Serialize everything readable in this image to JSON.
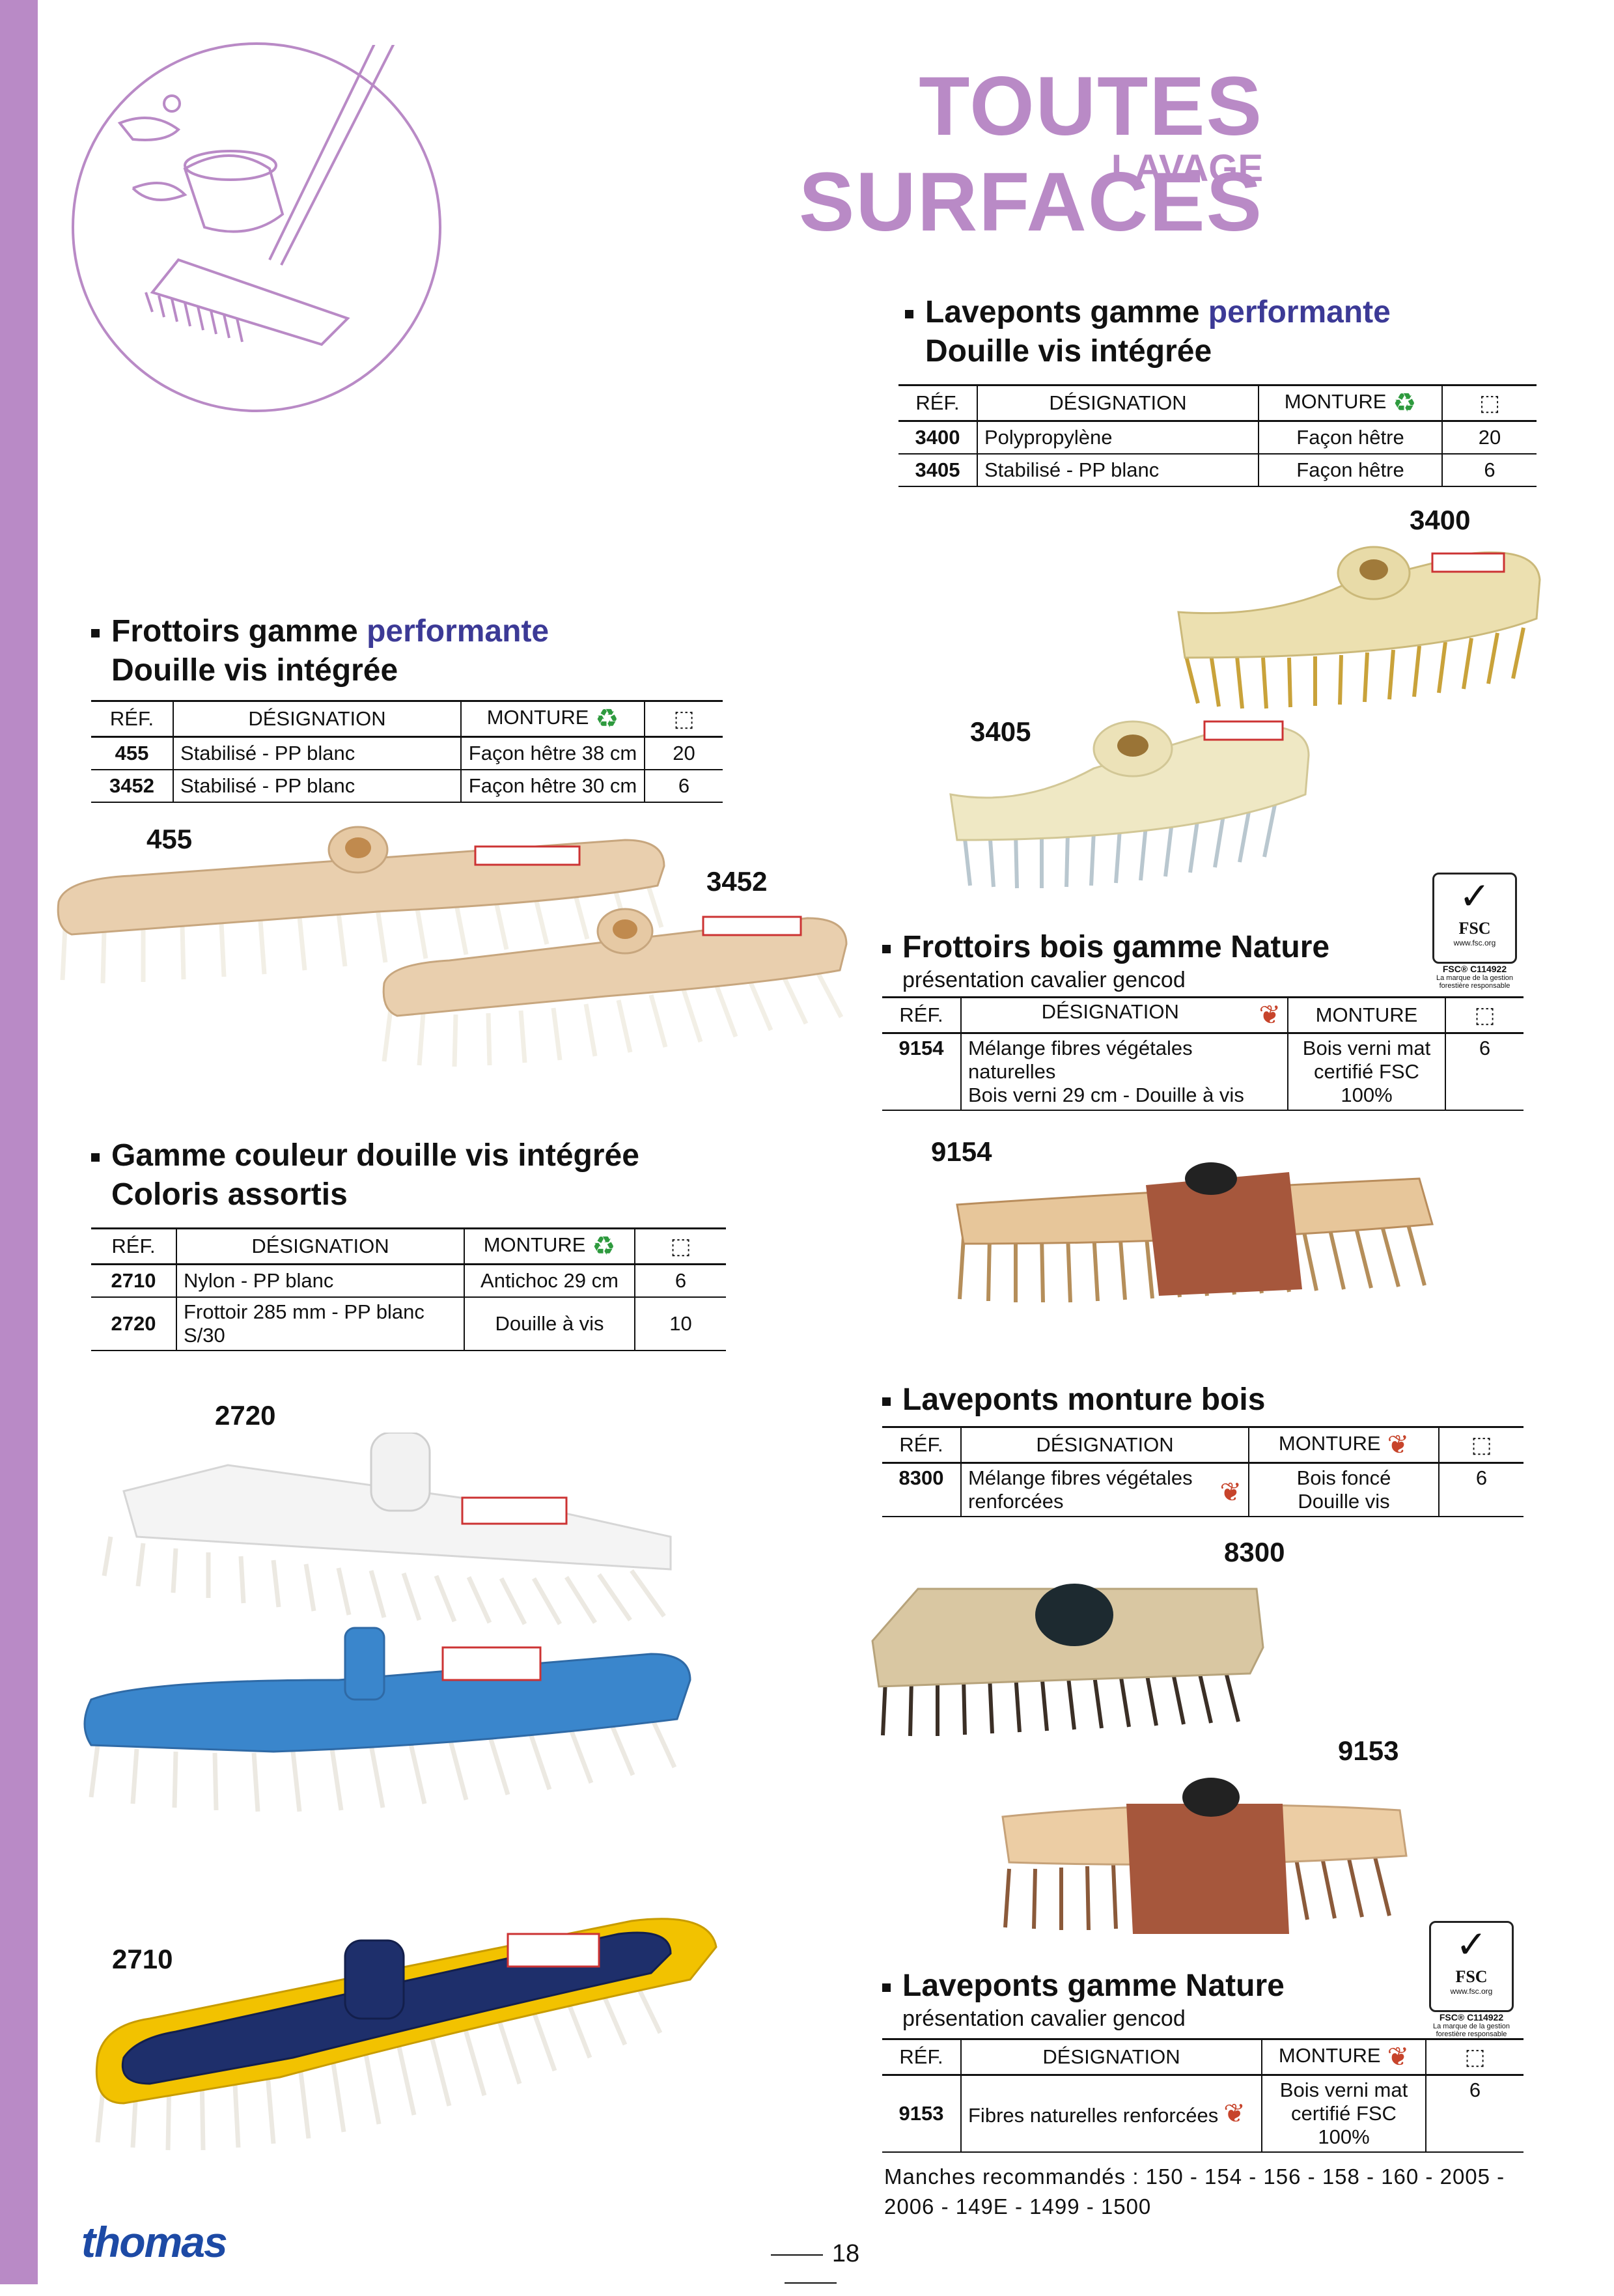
{
  "header": {
    "title": "TOUTES SURFACES",
    "subtitle": "LAVAGE"
  },
  "sec_laveponts_perf": {
    "line1_pre": "Laveponts gamme ",
    "line1_hl": "performante",
    "line2": "Douille vis intégrée",
    "headers": [
      "RÉF.",
      "DÉSIGNATION",
      "MONTURE",
      ""
    ],
    "rows": [
      {
        "ref": "3400",
        "designation": "Polypropylène",
        "monture": "Façon hêtre",
        "qty": "20"
      },
      {
        "ref": "3405",
        "designation": "Stabilisé - PP blanc",
        "monture": "Façon hêtre",
        "qty": "6"
      }
    ]
  },
  "sec_frottoirs_perf": {
    "line1_pre": "Frottoirs gamme ",
    "line1_hl": "performante",
    "line2": "Douille vis intégrée",
    "headers": [
      "RÉF.",
      "DÉSIGNATION",
      "MONTURE",
      ""
    ],
    "rows": [
      {
        "ref": "455",
        "designation": "Stabilisé - PP blanc",
        "monture": "Façon hêtre 38 cm",
        "qty": "20"
      },
      {
        "ref": "3452",
        "designation": "Stabilisé - PP blanc",
        "monture": "Façon hêtre 30 cm",
        "qty": "6"
      }
    ]
  },
  "sec_frottoirs_nature": {
    "line1": "Frottoirs bois gamme Nature",
    "sub": "présentation cavalier gencod",
    "headers": [
      "RÉF.",
      "DÉSIGNATION",
      "MONTURE",
      ""
    ],
    "row": {
      "ref": "9154",
      "d1": "Mélange fibres végétales naturelles",
      "d2": "Bois verni 29 cm - Douille à vis",
      "m1": "Bois verni mat",
      "m2": "certifié FSC 100%",
      "qty": "6"
    }
  },
  "sec_couleur": {
    "line1": "Gamme couleur douille vis intégrée",
    "line2": "Coloris assortis",
    "headers": [
      "RÉF.",
      "DÉSIGNATION",
      "MONTURE",
      ""
    ],
    "rows": [
      {
        "ref": "2710",
        "designation": "Nylon - PP blanc",
        "monture": "Antichoc 29 cm",
        "qty": "6"
      },
      {
        "ref": "2720",
        "designation": "Frottoir 285 mm - PP blanc S/30",
        "monture": "Douille à vis",
        "qty": "10"
      }
    ]
  },
  "sec_monture_bois": {
    "line1": "Laveponts monture bois",
    "headers": [
      "RÉF.",
      "DÉSIGNATION",
      "MONTURE",
      ""
    ],
    "row": {
      "ref": "8300",
      "d1": "Mélange fibres végétales",
      "d2": "renforcées",
      "m1": "Bois foncé",
      "m2": "Douille vis",
      "qty": "6"
    }
  },
  "sec_laveponts_nature": {
    "line1": "Laveponts gamme Nature",
    "sub": "présentation cavalier gencod",
    "headers": [
      "RÉF.",
      "DÉSIGNATION",
      "MONTURE",
      ""
    ],
    "row": {
      "ref": "9153",
      "d1": "Fibres naturelles renforcées",
      "m1": "Bois verni mat",
      "m2": "certifié FSC 100%",
      "qty": "6"
    }
  },
  "labels": {
    "p3400": "3400",
    "p3405": "3405",
    "p455": "455",
    "p3452": "3452",
    "p9154": "9154",
    "p2720": "2720",
    "p2710": "2710",
    "p8300": "8300",
    "p9153": "9153"
  },
  "fsc": {
    "name": "FSC",
    "web": "www.fsc.org",
    "code": "FSC® C114922",
    "tag": "La marque de la gestion forestière responsable"
  },
  "manches": "Manches recommandés : 150 - 154 - 156 - 158 - 160 - 2005 - 2006 - 149E - 1499 - 1500",
  "footer": {
    "brand": "thomas",
    "page": "18"
  },
  "colors": {
    "accent": "#b98ac6",
    "highlight": "#3c3a96",
    "recycle": "#2e9a3e",
    "leaf": "#c7442b"
  },
  "icons": [
    "recycle-icon",
    "box-icon",
    "leaf-icon",
    "fsc-tree-icon"
  ]
}
